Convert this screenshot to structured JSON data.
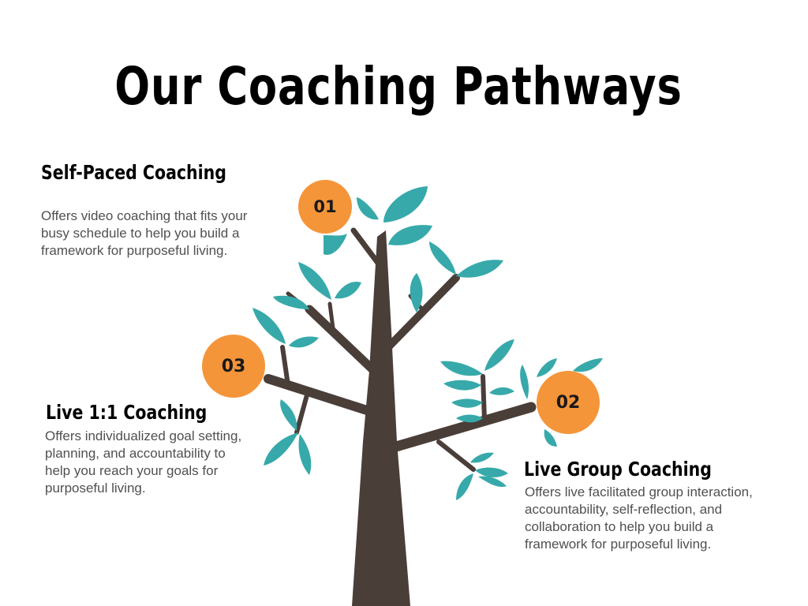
{
  "title": "Our Coaching Pathways",
  "colors": {
    "trunk": "#4a3e39",
    "leaf": "#37a9aa",
    "badge": "#f5953a"
  },
  "pathways": [
    {
      "number": "01",
      "heading": "Self-Paced Coaching",
      "description": "Offers video coaching that fits your busy schedule to help you build a framework for purposeful living."
    },
    {
      "number": "02",
      "heading": "Live Group Coaching",
      "description": "Offers live facilitated group interaction, accountability, self-reflection, and collaboration to help you build a framework for purposeful living."
    },
    {
      "number": "03",
      "heading": "Live 1:1 Coaching",
      "description": "Offers individualized goal setting, planning, and accountability to help you reach your goals for purposeful living."
    }
  ]
}
